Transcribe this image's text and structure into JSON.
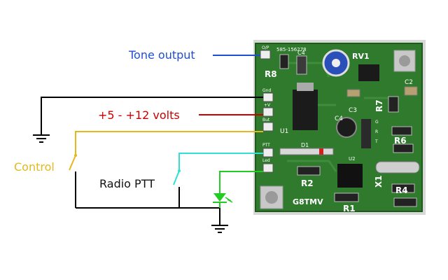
{
  "labels": {
    "tone_output": "Tone output",
    "voltage": "+5 - +12 volts",
    "control": "Control",
    "radio_ptt": "Radio PTT"
  },
  "board": {
    "part_no": "585-156278",
    "maker": "G8TMV",
    "pins": [
      "O/P",
      "Gnd",
      "+V",
      "But",
      "PTT",
      "Led"
    ],
    "components": {
      "r8": "R8",
      "c4_top": "C4",
      "rv1": "RV1",
      "r7": "R7",
      "c2": "C2",
      "c3": "C3",
      "c4_mid": "C4",
      "u1": "U1",
      "u2": "U2",
      "d1": "D1",
      "r2": "R2",
      "r6": "R6",
      "r4": "R4",
      "x1": "X1",
      "r1": "R1",
      "g": "G",
      "r": "R",
      "t": "T"
    }
  },
  "colors": {
    "tone_output": "#1f4fd0",
    "ground": "#000000",
    "voltage": "#cc0000",
    "control": "#e6b820",
    "ptt": "#33e0d0",
    "led": "#22cc22",
    "pcb": "#2e7a2c"
  }
}
